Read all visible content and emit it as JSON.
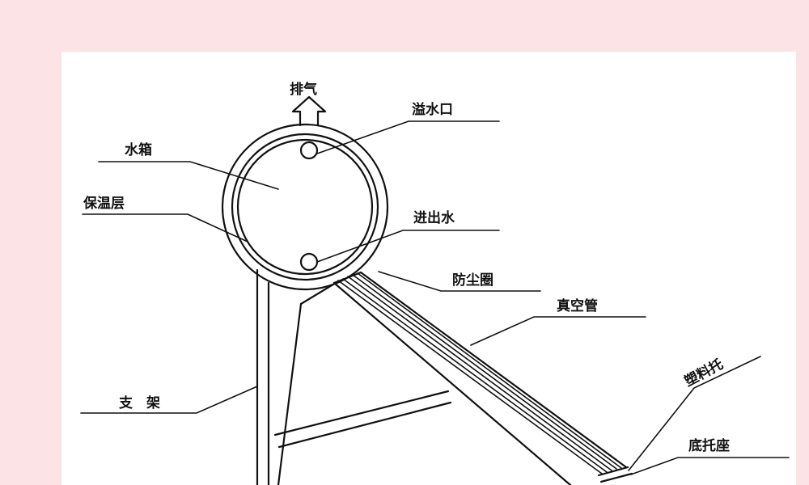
{
  "diagram": {
    "labels": {
      "exhaust": "排气",
      "overflow": "溢水口",
      "tank": "水箱",
      "insulation": "保温层",
      "inlet_outlet": "进出水",
      "dust_ring": "防尘圈",
      "vacuum_tube": "真空管",
      "bracket": "支　架",
      "plastic_holder": "塑料托",
      "base_holder": "底托座"
    }
  }
}
